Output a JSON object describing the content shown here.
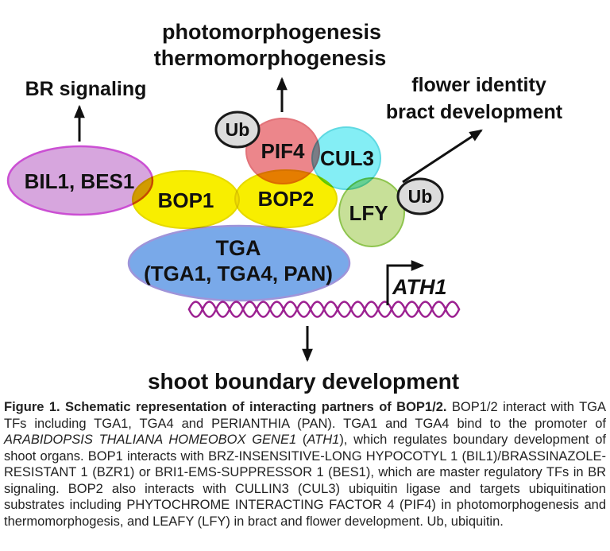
{
  "diagram": {
    "labels": {
      "photomorphogenesis": "photomorphogenesis",
      "thermomorphogenesis": "thermomorphogenesis",
      "br_signaling": "BR signaling",
      "flower_identity": "flower identity",
      "bract_development": "bract development",
      "ath1": "ATH1",
      "shoot_boundary": "shoot boundary development"
    },
    "nodes": {
      "bil1_bes1": {
        "label": "BIL1, BES1",
        "fill": "#d7a6de",
        "stroke": "#cb4fd3"
      },
      "bop1": {
        "label": "BOP1",
        "fill": "#f8ee00",
        "stroke": "#e6d900"
      },
      "bop2": {
        "label": "BOP2",
        "fill": "#f8ee00",
        "stroke": "#e6d900"
      },
      "pif4": {
        "label": "PIF4",
        "fill": "#ec868b",
        "stroke": "#e2737a"
      },
      "cul3": {
        "label": "CUL3",
        "fill": "#84eef5",
        "stroke": "#5fd9e2"
      },
      "lfy": {
        "label": "LFY",
        "fill": "#c7e098",
        "stroke": "#8ec44e"
      },
      "tga": {
        "label_line1": "TGA",
        "label_line2": "(TGA1, TGA4, PAN)",
        "fill": "#79a9e9",
        "stroke": "#9f94d9"
      },
      "ub_left": {
        "label": "Ub",
        "fill": "#dcdcdc",
        "stroke": "#1a1a1a"
      },
      "ub_right": {
        "label": "Ub",
        "fill": "#dcdcdc",
        "stroke": "#1a1a1a"
      }
    },
    "dna_color": "#9c2191",
    "arrow_color": "#111111"
  },
  "caption": {
    "runs": [
      {
        "style": "bold",
        "text": "Figure 1. Schematic representation of interacting partners of BOP1/2."
      },
      {
        "style": "normal",
        "text": " BOP1/2 interact with TGA TFs including TGA1, TGA4 and PERIANTHIA (PAN). TGA1 and TGA4 bind to the promoter of "
      },
      {
        "style": "italic",
        "text": "ARABIDOPSIS THALIANA HOMEOBOX GENE1"
      },
      {
        "style": "normal",
        "text": " ("
      },
      {
        "style": "italic",
        "text": "ATH1"
      },
      {
        "style": "normal",
        "text": "), which regulates boundary development of shoot organs. BOP1 interacts with BRZ-INSENSITIVE-LONG HYPOCOTYL 1 (BIL1)/BRASSINAZOLE-RESISTANT 1 (BZR1) or BRI1-EMS-SUPPRESSOR 1 (BES1), which are master regulatory TFs in BR signaling. BOP2 also interacts with CULLIN3 (CUL3) ubiquitin ligase and targets ubiquitination substrates including PHYTOCHROME INTERACTING FACTOR 4 (PIF4) in photomorphogenesis and thermomorphogesis, and LEAFY (LFY) in bract and flower development. Ub, ubiquitin."
      }
    ]
  }
}
